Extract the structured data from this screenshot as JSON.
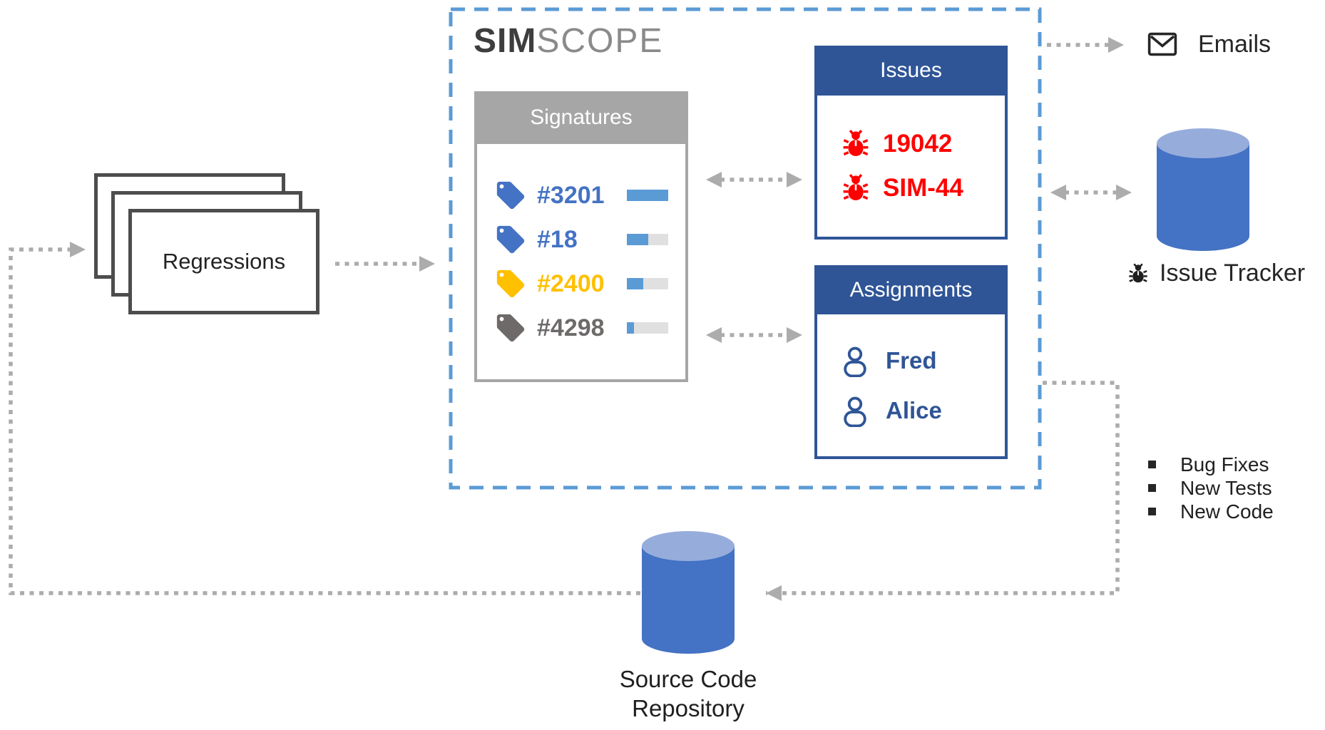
{
  "diagram": {
    "title": {
      "bold": "SIM",
      "light": "SCOPE"
    },
    "regressions": {
      "label": "Regressions"
    },
    "signatures": {
      "header": "Signatures",
      "rows": [
        {
          "id": "#3201",
          "color": "#4472C4",
          "progress": 100
        },
        {
          "id": "#18",
          "color": "#4472C4",
          "progress": 52
        },
        {
          "id": "#2400",
          "color": "#FFC000",
          "progress": 40
        },
        {
          "id": "#4298",
          "color": "#6E6A6A",
          "progress": 17
        }
      ]
    },
    "issues": {
      "header": "Issues",
      "color": "#FF0000",
      "rows": [
        {
          "id": "19042"
        },
        {
          "id": "SIM-44"
        }
      ]
    },
    "assignments": {
      "header": "Assignments",
      "color": "#2F5597",
      "rows": [
        {
          "name": "Fred"
        },
        {
          "name": "Alice"
        }
      ]
    },
    "emails": {
      "label": "Emails",
      "icon": "envelope-icon"
    },
    "issue_tracker": {
      "label": "Issue Tracker",
      "icon": "bug-icon"
    },
    "source_repository": {
      "label_line1": "Source Code",
      "label_line2": "Repository",
      "icon": "database-icon"
    },
    "outputs": {
      "items": [
        {
          "label": "Bug Fixes"
        },
        {
          "label": "New Tests"
        },
        {
          "label": "New Code"
        }
      ]
    },
    "colors": {
      "boundary_dashed": "#5B9BD5",
      "header_blue": "#2F5597",
      "header_gray": "#A6A6A6",
      "bar_fill": "#5B9BD5",
      "bar_track": "#E0E0E0",
      "issue_red": "#FF0000",
      "tag_blue": "#4472C4",
      "tag_yellow": "#FFC000",
      "tag_gray": "#6E6A6A",
      "cylinder_body": "#4472C4",
      "cylinder_top": "#96ADDC",
      "arrow_gray": "#ACACAC"
    }
  }
}
